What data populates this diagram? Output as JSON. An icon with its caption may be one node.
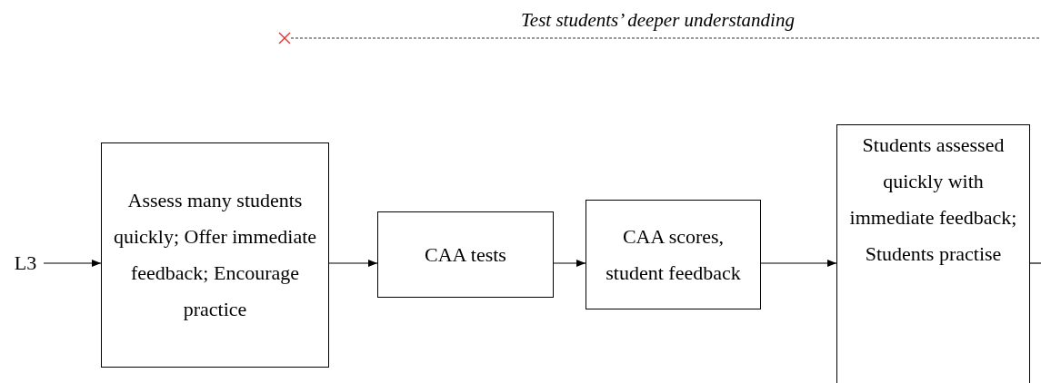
{
  "diagram": {
    "nodes": [
      {
        "text": [],
        "shape": "cross"
      },
      {
        "text": [
          "L3"
        ]
      },
      {
        "text": [
          "Assess many students quickly; Offer immediate feedback; Encourage practice"
        ]
      },
      {
        "text": [
          "CAA tests"
        ]
      },
      {
        "text": [
          "CAA scores, student feedback"
        ]
      },
      {
        "text": [
          "Students assessed quickly with immediate feedback; Students practise"
        ]
      }
    ],
    "edges": [
      {
        "from": 0,
        "to": null,
        "arrow": "none",
        "style": "dashed",
        "label": "Test students’ deeper understanding"
      },
      {
        "from": 1,
        "to": 2,
        "arrow": "to"
      },
      {
        "from": 2,
        "to": 3,
        "arrow": "to"
      },
      {
        "from": 3,
        "to": 4,
        "arrow": "to"
      },
      {
        "from": 4,
        "to": 5,
        "arrow": "to"
      },
      {
        "from": 5,
        "to": null,
        "arrow": "none"
      }
    ]
  }
}
